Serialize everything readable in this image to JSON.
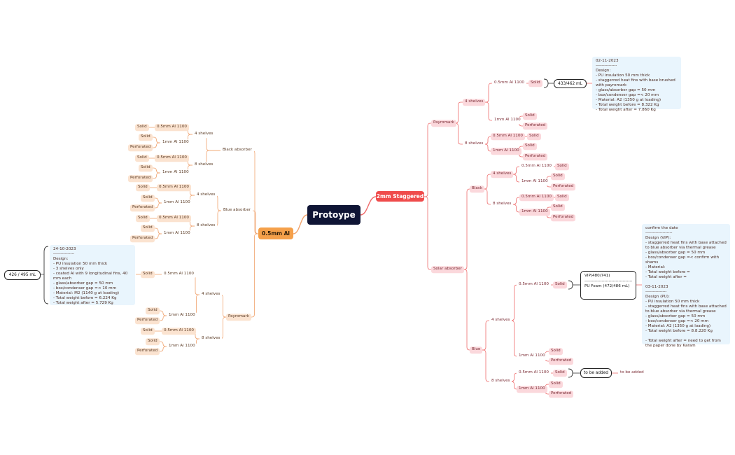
{
  "root": {
    "label": "Protoype"
  },
  "left": {
    "label": "0.5mm Al",
    "black_absorber": {
      "label": "Black absorber",
      "s4": {
        "label": "4 shelves",
        "a": "0.5mm Al 1100",
        "a_solid": "Solid",
        "b": "1mm Al 1100",
        "b_solid": "Solid",
        "b_perf": "Perforated"
      },
      "s8": {
        "label": "8 shelves",
        "a": "0.5mm Al 1100",
        "a_solid": "Solid",
        "b": "1mm Al 1100",
        "b_solid": "Solid",
        "b_perf": "Perforated"
      }
    },
    "blue_absorber": {
      "label": "Blue absorber",
      "s4": {
        "label": "4 shelves",
        "a": "0.5mm Al 1100",
        "a_solid": "Solid",
        "b": "1mm Al 1100",
        "b_solid": "Solid",
        "b_perf": "Perforated"
      },
      "s8": {
        "label": "8 shelves",
        "a": "0.5mm Al 1100",
        "a_solid": "Solid",
        "b": "1mm Al 1100",
        "b_solid": "Solid",
        "b_perf": "Perforated"
      }
    },
    "payromark": {
      "label": "Payromark",
      "s4": {
        "label": "4 shelves",
        "a": "0.5mm Al 1100",
        "a_solid": "Solid",
        "b": "1mm Al 1100",
        "b_solid": "Solid",
        "b_perf": "Perforated"
      },
      "s8": {
        "label": "8 shelves",
        "a": "0.5mm Al 1100",
        "a_solid": "Solid",
        "b": "1mm Al 1100",
        "b_solid": "Solid",
        "b_perf": "Perforated"
      }
    },
    "result_box": "426 / 495 mL",
    "note": {
      "lines": [
        "24-10-2023",
        "---------------",
        "Design:",
        "- PU insulation 50 mm thick",
        "- 3 shelves only",
        "- coated Al with 9 longitudinal fins, 40 mm each",
        "- glass/absorber gap = 50 mm",
        "- box/condenser gap =< 10 mm",
        "- Material: M2 (1140 g at loading)",
        "- Total weight before = 6.224 Kg",
        "- Total weight after = 5.729 Kg"
      ]
    }
  },
  "right": {
    "label": "2mm Staggered",
    "payromark": {
      "label": "Payromark",
      "s4": {
        "label": "4 shelves",
        "a": "0.5mm Al 1100",
        "a_solid": "Solid",
        "b": "1mm Al 1100",
        "b_solid": "Solid",
        "b_perf": "Perforated"
      },
      "s8": {
        "label": "8 shelves",
        "a": "0.5mm Al 1100",
        "a_solid": "Solid",
        "b": "1mm Al 1100",
        "b_solid": "Solid",
        "b_perf": "Perforated"
      },
      "result_box": "433/462 mL",
      "note": {
        "lines": [
          "02-11-2023",
          "---------------",
          "Design:",
          "- PU insulation 50 mm thick",
          "- staggerred heat fins with base brushed with payromark",
          "- glass/absorber gap = 50 mm",
          "- box/condenser gap =< 20 mm",
          "- Material: A2 (1350 g at loading)",
          "- Total weight before = 8.322 Kg",
          "- Total weight after = 7.860 Kg"
        ]
      }
    },
    "solar_absorber": {
      "label": "Solar absorber",
      "black": {
        "label": "Black",
        "s4": {
          "label": "4 shelves",
          "a": "0.5mm Al 1100",
          "a_solid": "Solid",
          "b": "1mm Al 1100",
          "b_solid": "Solid",
          "b_perf": "Perforated"
        },
        "s8": {
          "label": "8 shelves",
          "a": "0.5mm Al 1100",
          "a_solid": "Solid",
          "b": "1mm Al 1100",
          "b_solid": "Solid",
          "b_perf": "Perforated"
        }
      },
      "blue": {
        "label": "Blue",
        "s4": {
          "label": "4 shelves",
          "a": "0.5mm Al 1100",
          "a_solid": "Solid",
          "b": "1mm Al 1100",
          "b_solid": "Solid",
          "b_perf": "Perforated"
        },
        "s8": {
          "label": "8 shelves",
          "a": "0.5mm Al 1100",
          "a_solid": "Solid",
          "b": "1mm Al 1100",
          "b_solid": "Solid",
          "b_perf": "Perforated"
        },
        "vip_box": {
          "line1": "VIP(480/741)",
          "line2": "-----------------------------------",
          "line3": "PU Foam (472/486 mL)"
        },
        "tba_box": "to be added",
        "tba_text": "to be added",
        "note": {
          "lines": [
            "confirm the date",
            "-------------------",
            "Design (VIP):",
            "- staggerred heat fins with base attached to blue absorber via thermal grease",
            "- glass/absorber gap = 50 mm",
            "- box/condenser gap =< confirm with shams",
            "- Material:",
            "- Total weight before =",
            "- Total weight after =",
            "",
            "03-11-2023",
            "---------------",
            "Design (PU):",
            "- PU insulation 50 mm thick",
            "- staggerred heat fins with base attached to blue absorber via thermal grease",
            "- glass/absorber gap = 50 mm",
            "- box/condenser gap =< 20 mm",
            "- Material: A2 (1350 g at loading)",
            "- Total weight before = 8.8.220 Kg",
            "",
            "- Total weight after = need to get from the paper done by Karam"
          ]
        }
      }
    }
  }
}
